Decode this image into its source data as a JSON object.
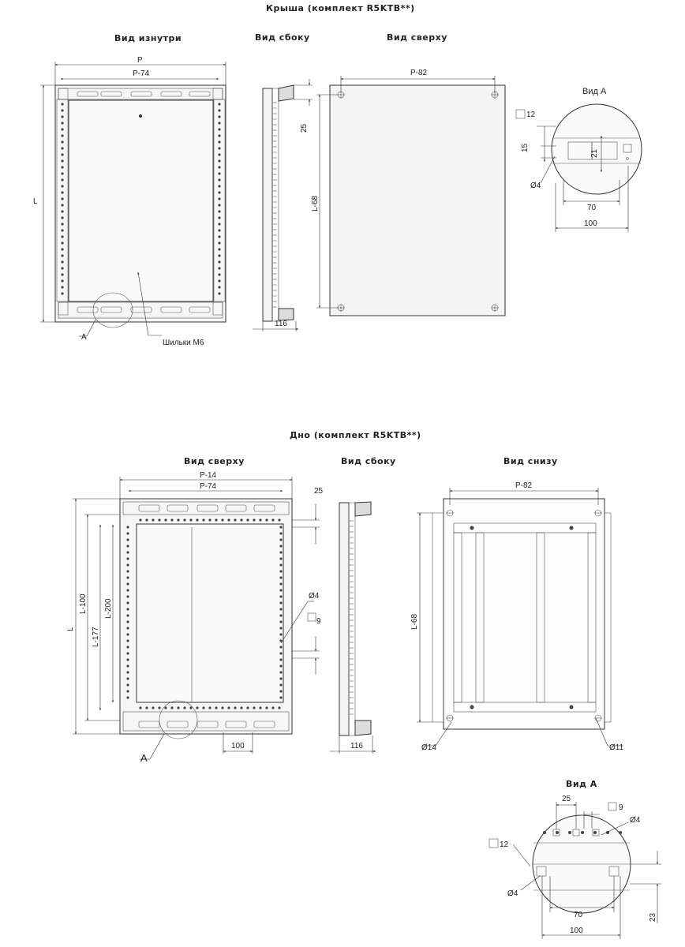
{
  "roof": {
    "title": "Крыша (комплект R5KTB**)",
    "view_inside": "Вид изнутри",
    "view_side": "Вид сбоку",
    "view_top": "Вид сверху",
    "view_a": "Вид А",
    "dim_p": "P",
    "dim_p74": "P-74",
    "dim_l": "L",
    "dim_p82": "P-82",
    "dim_l68": "L-68",
    "dim_25": "25",
    "dim_116": "116",
    "label_a": "A",
    "label_studs": "Шильки М6",
    "detail": {
      "sq12": "12",
      "d15": "15",
      "d21": "21",
      "dia4": "Ø4",
      "d70": "70",
      "d100": "100"
    }
  },
  "bottom": {
    "title": "Дно (комплект R5KTB**)",
    "view_top": "Вид сверху",
    "view_side": "Вид сбоку",
    "view_bottom": "Вид снизу",
    "view_a": "Вид А",
    "dim_p14": "P-14",
    "dim_p74": "P-74",
    "dim_25": "25",
    "dim_l": "L",
    "dim_l100": "L-100",
    "dim_l177": "L-177",
    "dim_l200": "L-200",
    "dim_dia4": "Ø4",
    "dim_sq9": "9",
    "dim_100": "100",
    "label_a": "A",
    "dim_116": "116",
    "dim_p82": "P-82",
    "dim_l68": "L-68",
    "dim_dia14": "Ø14",
    "dim_dia11": "Ø11",
    "detail": {
      "d25": "25",
      "sq9": "9",
      "dia4a": "Ø4",
      "sq12": "12",
      "dia4b": "Ø4",
      "d70": "70",
      "d100": "100",
      "d23": "23"
    }
  }
}
